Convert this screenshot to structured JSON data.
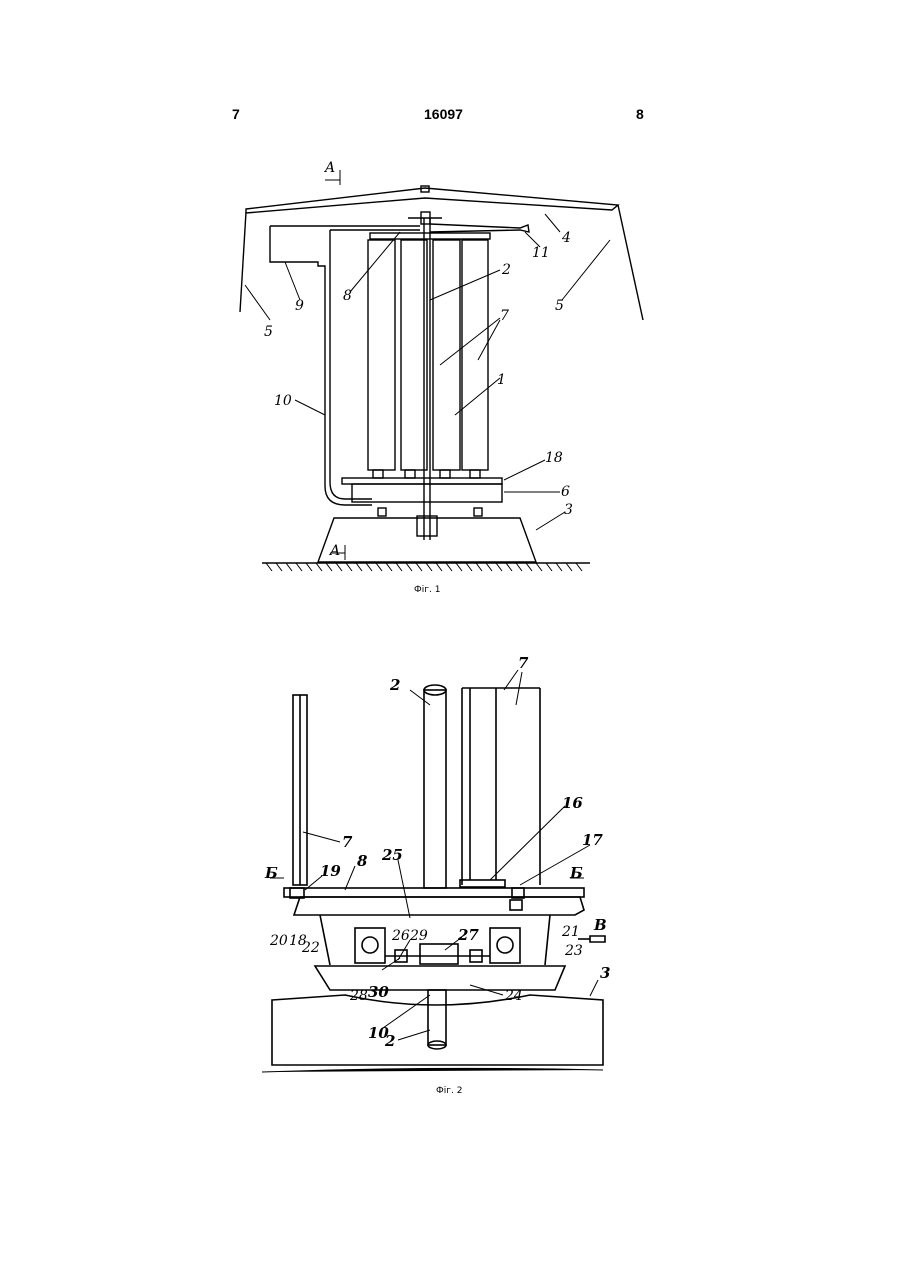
{
  "header": {
    "left_page": "7",
    "patent_number": "16097",
    "right_page": "8"
  },
  "figure1": {
    "caption": "Фіг. 1",
    "labels": {
      "section_mark_top": "A",
      "section_mark_bottom": "A",
      "l1": "1",
      "l2": "2",
      "l3": "3",
      "l4": "4",
      "l5_left": "5",
      "l5_right": "5",
      "l6": "6",
      "l7": "7",
      "l8": "8",
      "l9": "9",
      "l10": "10",
      "l11": "11",
      "l18": "18"
    }
  },
  "figure2": {
    "caption": "Фіг. 2",
    "labels": {
      "l2_top": "2",
      "l2_bottom": "2",
      "l7_top": "7",
      "l7_left": "7",
      "l16": "16",
      "l17": "17",
      "l19": "19",
      "l8": "8",
      "l25": "25",
      "section_left": "Б",
      "section_right": "Б",
      "l20": "20",
      "l18": "18",
      "l22": "22",
      "l26": "26",
      "l29": "29",
      "l27": "27",
      "l21": "21",
      "l23": "23",
      "l28": "28",
      "l30": "30",
      "l24": "24",
      "l10": "10",
      "l3": "3",
      "arrow_b": "В"
    }
  }
}
